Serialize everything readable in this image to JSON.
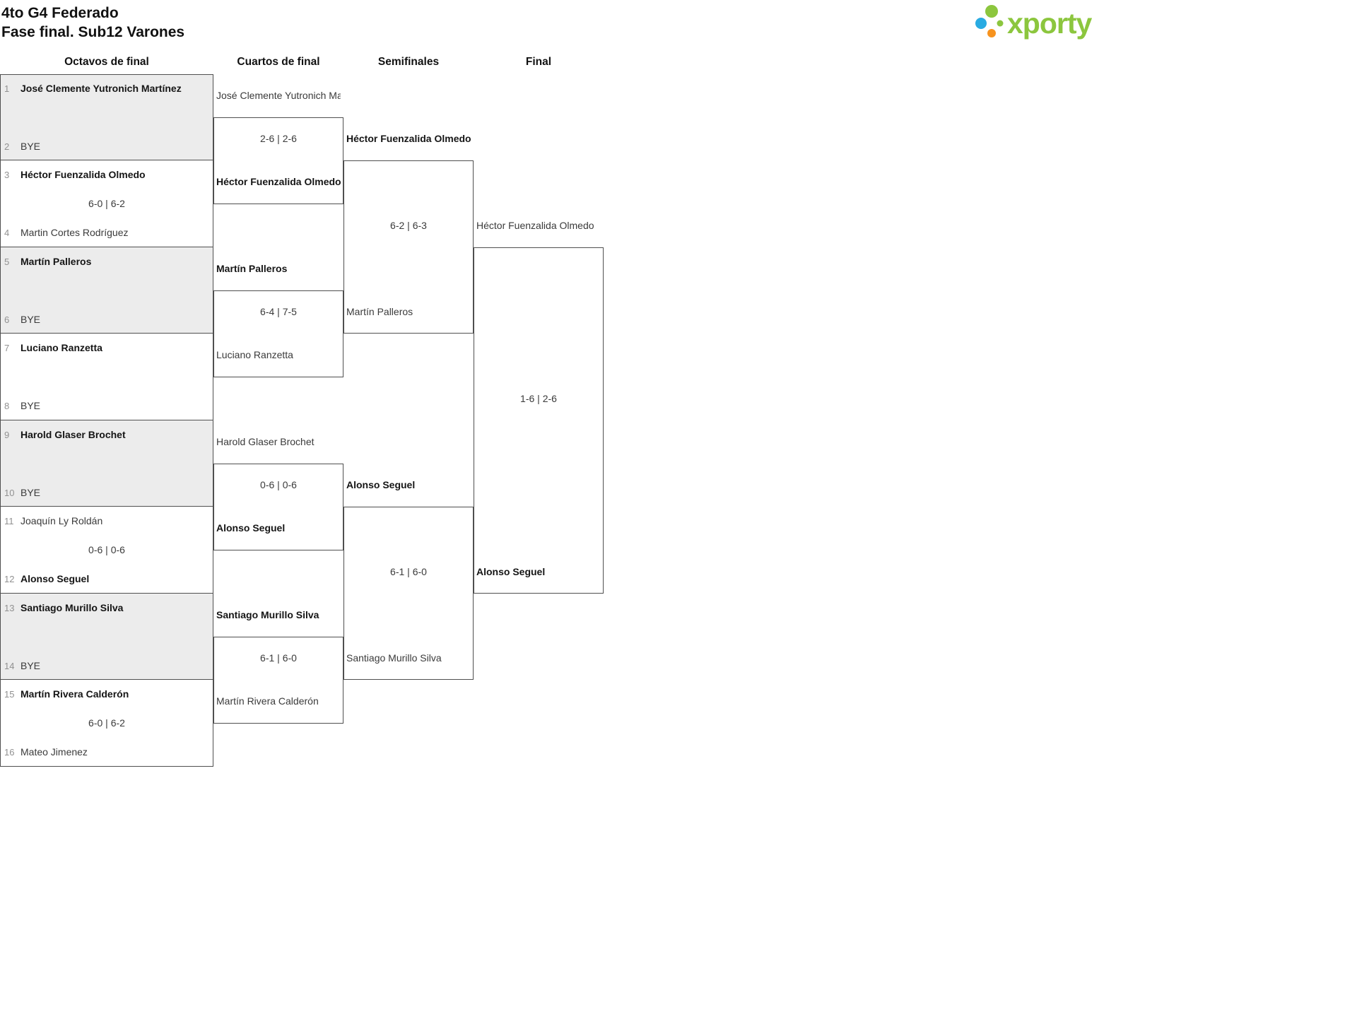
{
  "header": {
    "title": "4to G4 Federado",
    "subtitle": "Fase final. Sub12 Varones"
  },
  "logo": {
    "text": "xporty",
    "colors": {
      "green": "#8CC63E",
      "blue": "#29ABE2",
      "orange": "#F7931E"
    }
  },
  "bracket": {
    "rounds": [
      {
        "name": "Octavos de final",
        "matches": [
          {
            "top": {
              "seed": "1",
              "name": "José Clemente Yutronich Martínez",
              "winner": true
            },
            "bottom": {
              "seed": "2",
              "name": "BYE",
              "winner": false
            }
          },
          {
            "top": {
              "seed": "3",
              "name": "Héctor Fuenzalida Olmedo",
              "winner": true
            },
            "bottom": {
              "seed": "4",
              "name": "Martin Cortes Rodríguez",
              "winner": false
            },
            "score": "6-0 | 6-2"
          },
          {
            "top": {
              "seed": "5",
              "name": "Martín Palleros",
              "winner": true
            },
            "bottom": {
              "seed": "6",
              "name": "BYE",
              "winner": false
            }
          },
          {
            "top": {
              "seed": "7",
              "name": "Luciano Ranzetta",
              "winner": true
            },
            "bottom": {
              "seed": "8",
              "name": "BYE",
              "winner": false
            }
          },
          {
            "top": {
              "seed": "9",
              "name": "Harold Glaser Brochet",
              "winner": true
            },
            "bottom": {
              "seed": "10",
              "name": "BYE",
              "winner": false
            }
          },
          {
            "top": {
              "seed": "11",
              "name": "Joaquín Ly Roldán",
              "winner": false
            },
            "bottom": {
              "seed": "12",
              "name": "Alonso Seguel",
              "winner": true
            },
            "score": "0-6 | 0-6"
          },
          {
            "top": {
              "seed": "13",
              "name": "Santiago Murillo Silva",
              "winner": true
            },
            "bottom": {
              "seed": "14",
              "name": "BYE",
              "winner": false
            }
          },
          {
            "top": {
              "seed": "15",
              "name": "Martín Rivera Calderón",
              "winner": true
            },
            "bottom": {
              "seed": "16",
              "name": "Mateo Jimenez",
              "winner": false
            },
            "score": "6-0 | 6-2"
          }
        ]
      },
      {
        "name": "Cuartos de final",
        "matches": [
          {
            "top": {
              "name": "José Clemente Yutronich Martínez",
              "winner": false
            },
            "bottom": {
              "name": "Héctor Fuenzalida Olmedo",
              "winner": true
            },
            "score": "2-6 | 2-6"
          },
          {
            "top": {
              "name": "Martín Palleros",
              "winner": true
            },
            "bottom": {
              "name": "Luciano Ranzetta",
              "winner": false
            },
            "score": "6-4 | 7-5"
          },
          {
            "top": {
              "name": "Harold Glaser Brochet",
              "winner": false
            },
            "bottom": {
              "name": "Alonso Seguel",
              "winner": true
            },
            "score": "0-6 | 0-6"
          },
          {
            "top": {
              "name": "Santiago Murillo Silva",
              "winner": true
            },
            "bottom": {
              "name": "Martín Rivera Calderón",
              "winner": false
            },
            "score": "6-1 | 6-0"
          }
        ]
      },
      {
        "name": "Semifinales",
        "matches": [
          {
            "top": {
              "name": "Héctor Fuenzalida Olmedo",
              "winner": true
            },
            "bottom": {
              "name": "Martín Palleros",
              "winner": false
            },
            "score": "6-2 | 6-3"
          },
          {
            "top": {
              "name": "Alonso Seguel",
              "winner": true
            },
            "bottom": {
              "name": "Santiago Murillo Silva",
              "winner": false
            },
            "score": "6-1 | 6-0"
          }
        ]
      },
      {
        "name": "Final",
        "matches": [
          {
            "top": {
              "name": "Héctor Fuenzalida Olmedo",
              "winner": false
            },
            "bottom": {
              "name": "Alonso Seguel",
              "winner": true
            },
            "score": "1-6 | 2-6"
          }
        ]
      }
    ]
  }
}
